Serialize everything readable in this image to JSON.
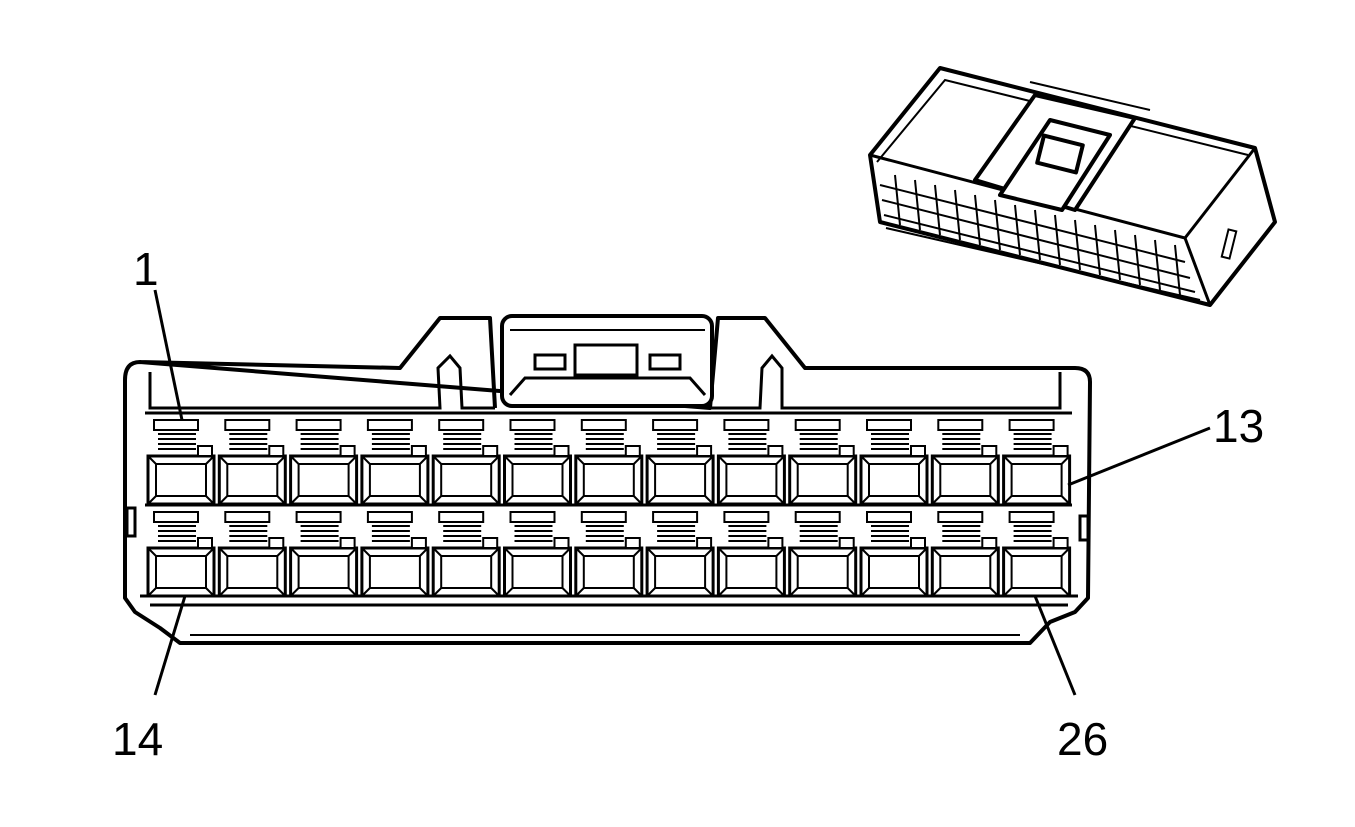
{
  "diagram": {
    "type": "connector-face-view",
    "pin_rows": 2,
    "pins_per_row": 13,
    "labels": {
      "top_left": "1",
      "top_right": "13",
      "bottom_left": "14",
      "bottom_right": "26"
    }
  }
}
